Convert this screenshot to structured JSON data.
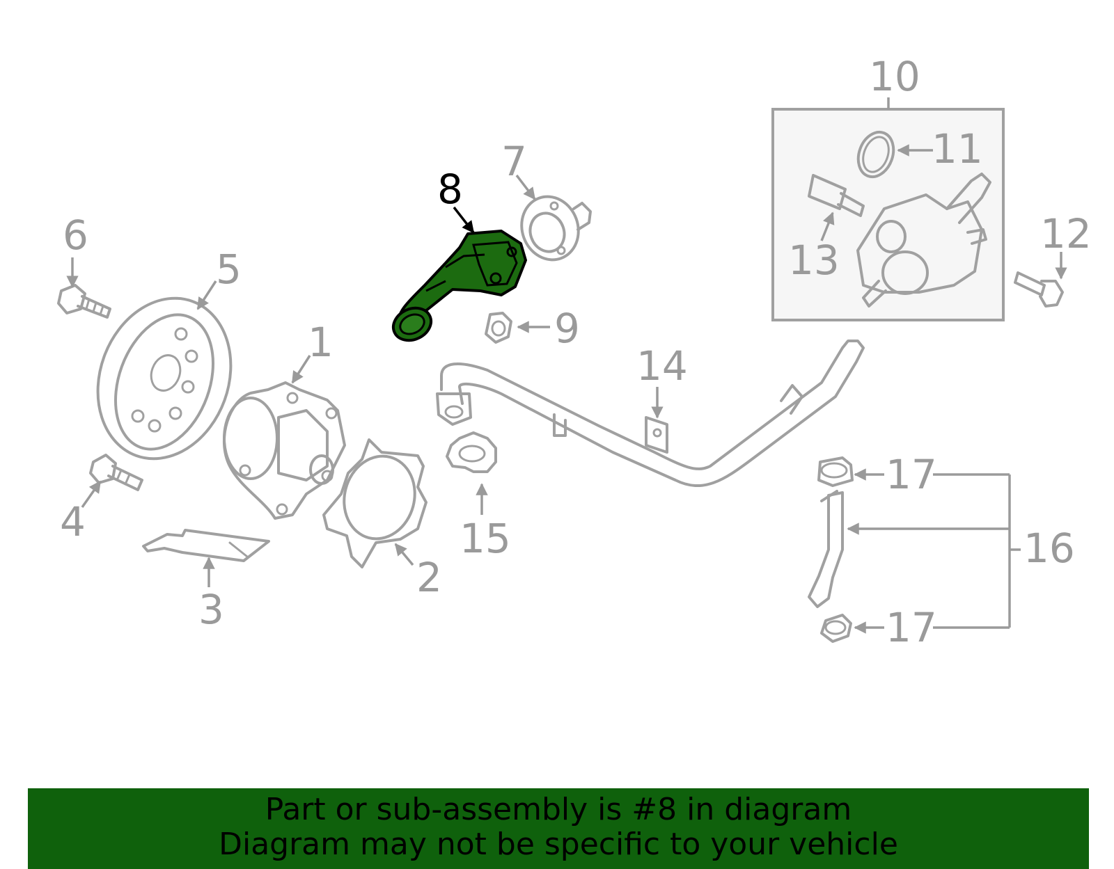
{
  "diagram": {
    "highlighted_part": "8",
    "highlight_color": "#1c6b10",
    "line_color": "#a0a0a0",
    "callouts": [
      "1",
      "2",
      "3",
      "4",
      "5",
      "6",
      "7",
      "8",
      "9",
      "10",
      "11",
      "12",
      "13",
      "14",
      "15",
      "16",
      "17",
      "17"
    ]
  },
  "banner": {
    "line1": "Part or sub-assembly is #8 in diagram",
    "line2": "Diagram may not be specific to your vehicle",
    "background": "#0f610c"
  }
}
